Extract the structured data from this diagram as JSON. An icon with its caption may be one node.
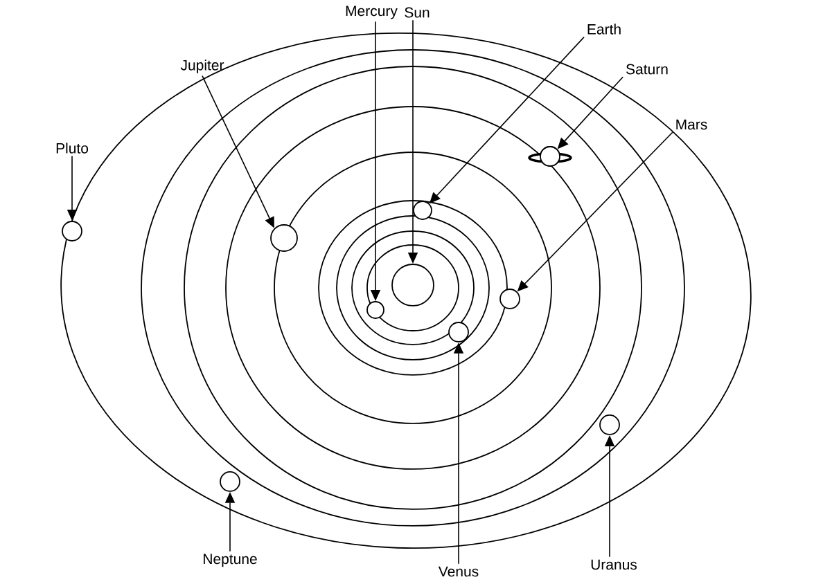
{
  "diagram": {
    "nodes": [
      {
        "text": [
          "Mercury"
        ]
      },
      {
        "text": [
          "Sun"
        ]
      },
      {
        "text": [
          "Earth"
        ]
      },
      {
        "text": [
          "Jupiter"
        ]
      },
      {
        "text": [
          "Saturn"
        ]
      },
      {
        "text": [
          "Mars"
        ]
      },
      {
        "text": [
          "Pluto"
        ]
      },
      {
        "text": [
          "Neptune"
        ]
      },
      {
        "text": [
          "Venus"
        ]
      },
      {
        "text": [
          "Uranus"
        ]
      },
      {
        "text": [],
        "shape": "circle"
      },
      {
        "text": [],
        "shape": "circle"
      },
      {
        "text": [],
        "shape": "circle"
      },
      {
        "text": [],
        "shape": "circle"
      },
      {
        "text": [],
        "shape": "circle"
      },
      {
        "text": [],
        "shape": "circle"
      },
      {
        "text": [],
        "shape": "picture"
      },
      {
        "text": [],
        "shape": "circle"
      },
      {
        "text": [],
        "shape": "circle"
      },
      {
        "text": [],
        "shape": "circle"
      }
    ],
    "edges": [
      {
        "from": 0,
        "to": 11,
        "arrow": "to"
      },
      {
        "from": 1,
        "to": 10,
        "arrow": "to"
      },
      {
        "from": 2,
        "to": 13,
        "arrow": "to"
      },
      {
        "from": 3,
        "to": 15,
        "arrow": "to"
      },
      {
        "from": 4,
        "to": 16,
        "arrow": "to"
      },
      {
        "from": 5,
        "to": 14,
        "arrow": "to"
      },
      {
        "from": 6,
        "to": 19,
        "arrow": "to"
      },
      {
        "from": 7,
        "to": 18,
        "arrow": "to"
      },
      {
        "from": 8,
        "to": 12,
        "arrow": "to"
      },
      {
        "from": 9,
        "to": 17,
        "arrow": "to"
      }
    ]
  }
}
